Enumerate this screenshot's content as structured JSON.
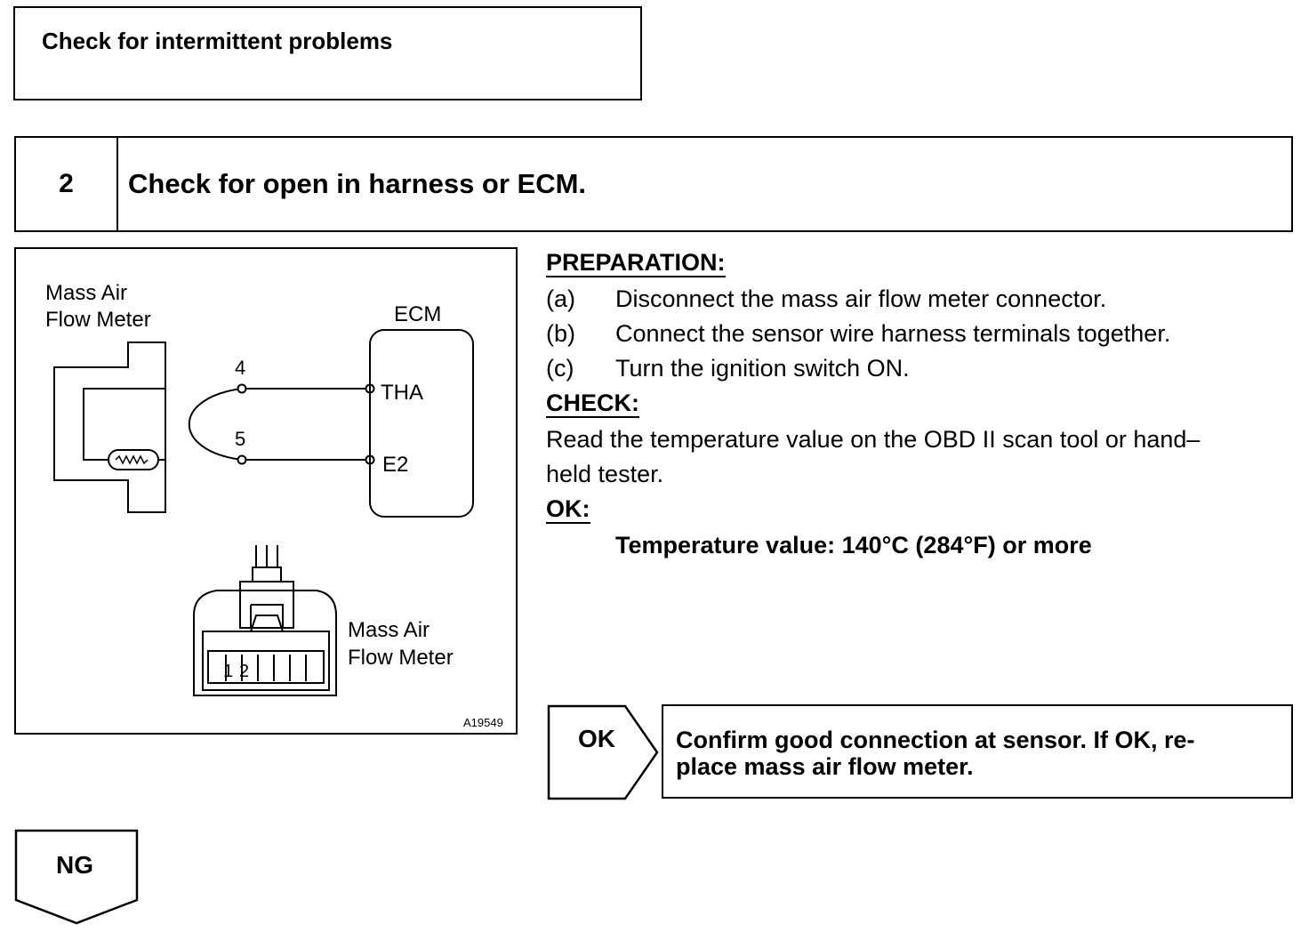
{
  "header_box": {
    "title": "Check for intermittent problems"
  },
  "step": {
    "number": "2",
    "title": "Check for open in harness or ECM."
  },
  "figure": {
    "meter_label_line1": "Mass Air",
    "meter_label_line2": "Flow Meter",
    "ecm_label": "ECM",
    "pin_4": "4",
    "pin_5": "5",
    "terminal_tha": "THA",
    "terminal_e2": "E2",
    "connector_label_line1": "Mass Air",
    "connector_label_line2": "Flow Meter",
    "connector_pin_1": "1",
    "connector_pin_2": "2",
    "figure_code": "A19549"
  },
  "instructions": {
    "preparation_heading": "PREPARATION:",
    "steps": [
      {
        "label": "(a)",
        "text": "Disconnect the mass air flow meter connector."
      },
      {
        "label": "(b)",
        "text": "Connect the sensor wire harness terminals together."
      },
      {
        "label": "(c)",
        "text": "Turn the ignition switch ON."
      }
    ],
    "check_heading": "CHECK:",
    "check_text_line1": "Read the temperature value on the OBD II scan tool or hand–",
    "check_text_line2": "held tester.",
    "ok_heading": "OK:",
    "ok_spec": "Temperature value: 140°C (284°F) or more"
  },
  "ok_result": {
    "label": "OK",
    "text_line1": "Confirm good connection at sensor. If OK, re-",
    "text_line2": "place mass air flow meter."
  },
  "ng_result": {
    "label": "NG"
  }
}
